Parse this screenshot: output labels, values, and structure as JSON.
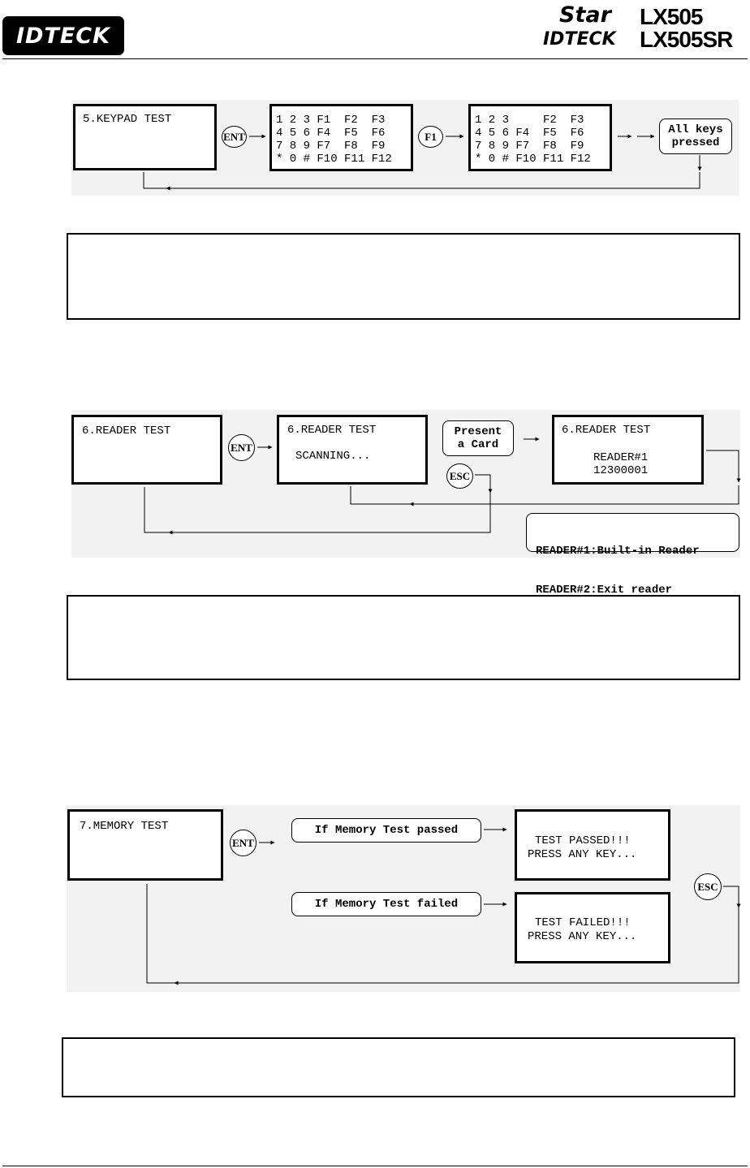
{
  "header": {
    "brand_left": "IDTECK",
    "brand_star": "Star",
    "brand_right": "IDTECK",
    "model_1": "LX505",
    "model_2": "LX505SR"
  },
  "keypad_section": {
    "screen_title": "5.KEYPAD TEST",
    "enter_button": "ENT",
    "grid_all": "1 2 3 F1  F2  F3\n4 5 6 F4  F5  F6\n7 8 9 F7  F8  F9\n* 0 # F10 F11 F12",
    "f1_button": "F1",
    "grid_after_f1": "1 2 3     F2  F3\n4 5 6 F4  F5  F6\n7 8 9 F7  F8  F9\n* 0 # F10 F11 F12",
    "done_note": "All keys\npressed"
  },
  "reader_section": {
    "screen_title": "6.READER TEST",
    "enter_button": "ENT",
    "scanning_title": "6.READER TEST",
    "scanning_text": "SCANNING...",
    "present_card": "Present\na Card",
    "escape_button": "ESC",
    "result_title": "6.READER TEST",
    "result_reader": "READER#1",
    "result_card": "12300001",
    "legend_line_1": "READER#1:Built-in Reader",
    "legend_line_2": "READER#2:Exit reader"
  },
  "memory_section": {
    "screen_title": "7.MEMORY TEST",
    "enter_button": "ENT",
    "passed_condition": "If Memory Test passed",
    "passed_line_1": "TEST PASSED!!!",
    "passed_line_2": "PRESS ANY KEY...",
    "failed_condition": "If Memory Test failed",
    "failed_line_1": "TEST FAILED!!!",
    "failed_line_2": "PRESS ANY KEY...",
    "escape_button": "ESC"
  }
}
